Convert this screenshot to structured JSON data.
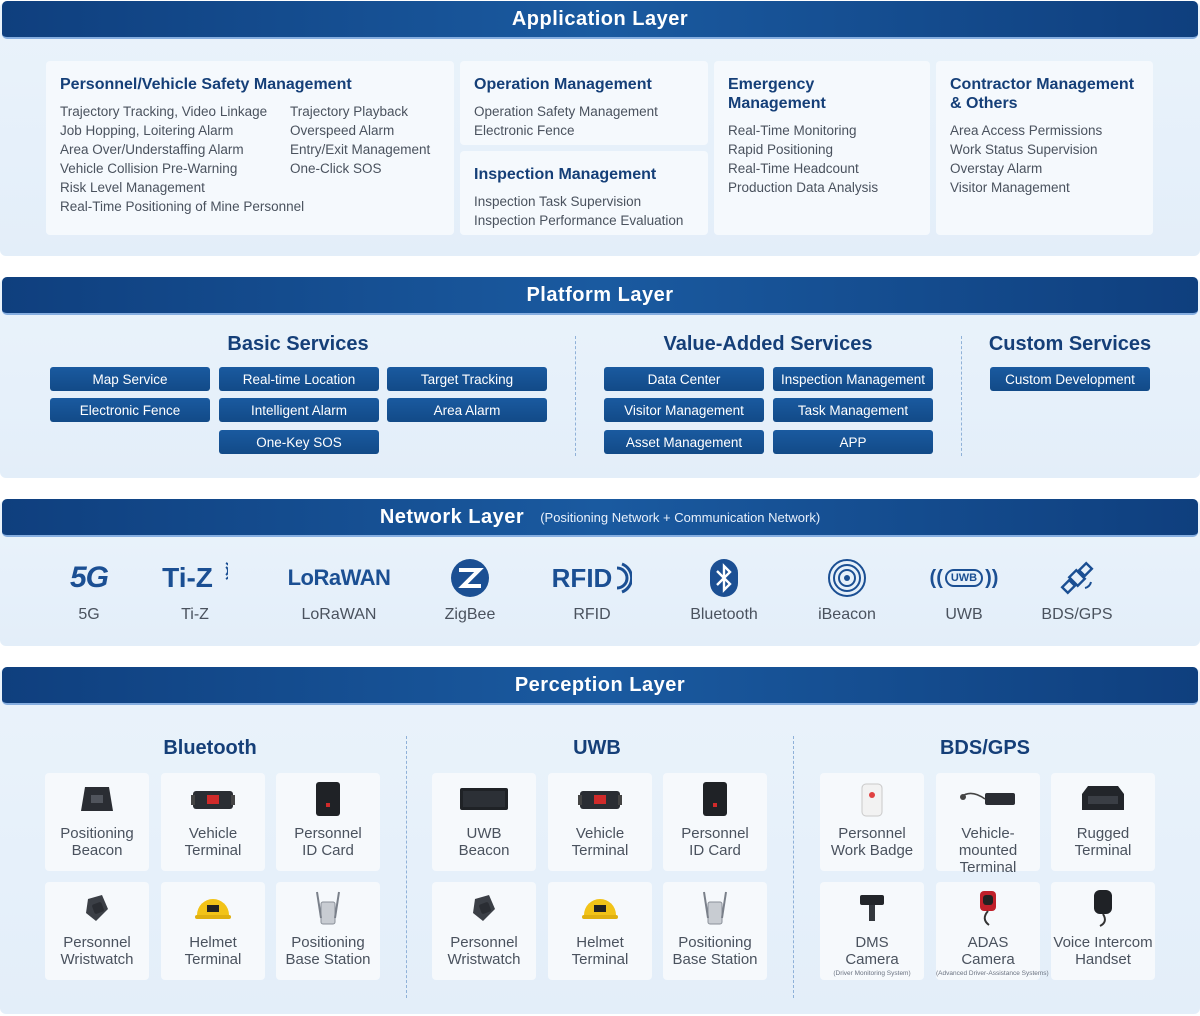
{
  "application": {
    "title": "Application Layer",
    "safety": {
      "title": "Personnel/Vehicle Safety Management",
      "col1": [
        "Trajectory Tracking, Video Linkage",
        "Job Hopping, Loitering Alarm",
        "Area Over/Understaffing Alarm",
        "Vehicle Collision Pre-Warning"
      ],
      "col2": [
        "Trajectory Playback",
        "Overspeed Alarm",
        "Entry/Exit Management",
        "One-Click SOS"
      ],
      "full": [
        "Risk Level Management",
        "Real-Time Positioning of Mine Personnel"
      ]
    },
    "operation": {
      "title": "Operation Management",
      "items": [
        "Operation Safety Management",
        "Electronic Fence"
      ]
    },
    "inspection": {
      "title": "Inspection Management",
      "items": [
        "Inspection Task Supervision",
        "Inspection Performance Evaluation"
      ]
    },
    "emergency": {
      "title": "Emergency Management",
      "items": [
        "Real-Time Monitoring",
        "Rapid Positioning",
        "Real-Time Headcount",
        "Production Data Analysis"
      ]
    },
    "contractor": {
      "title_line1": "Contractor Management",
      "title_line2": "& Others",
      "items": [
        "Area Access Permissions",
        "Work Status Supervision",
        "Overstay Alarm",
        "Visitor Management"
      ]
    }
  },
  "platform": {
    "title": "Platform Layer",
    "basic": {
      "title": "Basic Services",
      "items": [
        "Map Service",
        "Real-time Location",
        "Target Tracking",
        "Electronic Fence",
        "Intelligent Alarm",
        "Area Alarm",
        "One-Key SOS"
      ]
    },
    "value_added": {
      "title": "Value-Added Services",
      "items": [
        "Data Center",
        "Inspection Management",
        "Visitor Management",
        "Task Management",
        "Asset Management",
        "APP"
      ]
    },
    "custom": {
      "title": "Custom Services",
      "items": [
        "Custom Development"
      ]
    }
  },
  "network": {
    "title": "Network Layer",
    "subtitle": "(Positioning Network + Communication Network)",
    "items": [
      {
        "logo": "5G",
        "label": "5G",
        "icon": "5g-logo"
      },
      {
        "logo": "Ti-Z",
        "label": "Ti-Z",
        "icon": "ti-z-logo"
      },
      {
        "logo": "LoRaWAN",
        "label": "LoRaWAN",
        "icon": "lorawan-logo"
      },
      {
        "label": "ZigBee",
        "icon": "zigbee-logo"
      },
      {
        "logo": "RFID",
        "label": "RFID",
        "icon": "rfid-logo"
      },
      {
        "label": "Bluetooth",
        "icon": "bluetooth-logo"
      },
      {
        "label": "iBeacon",
        "icon": "ibeacon-logo"
      },
      {
        "logo": "UWB",
        "label": "UWB",
        "icon": "uwb-logo"
      },
      {
        "label": "BDS/GPS",
        "icon": "satellite-logo"
      }
    ]
  },
  "perception": {
    "title": "Perception Layer",
    "groups": [
      {
        "title": "Bluetooth",
        "devices": [
          {
            "l1": "Positioning",
            "l2": "Beacon",
            "icon": "beacon"
          },
          {
            "l1": "Vehicle",
            "l2": "Terminal",
            "icon": "vehicle-terminal"
          },
          {
            "l1": "Personnel",
            "l2": "ID Card",
            "icon": "id-card"
          },
          {
            "l1": "Personnel",
            "l2": "Wristwatch",
            "icon": "wristwatch"
          },
          {
            "l1": "Helmet",
            "l2": "Terminal",
            "icon": "helmet"
          },
          {
            "l1": "Positioning",
            "l2": "Base Station",
            "icon": "base-station"
          }
        ]
      },
      {
        "title": "UWB",
        "devices": [
          {
            "l1": "UWB",
            "l2": "Beacon",
            "icon": "uwb-beacon"
          },
          {
            "l1": "Vehicle",
            "l2": "Terminal",
            "icon": "vehicle-terminal"
          },
          {
            "l1": "Personnel",
            "l2": "ID Card",
            "icon": "id-card"
          },
          {
            "l1": "Personnel",
            "l2": "Wristwatch",
            "icon": "wristwatch"
          },
          {
            "l1": "Helmet",
            "l2": "Terminal",
            "icon": "helmet"
          },
          {
            "l1": "Positioning",
            "l2": "Base Station",
            "icon": "base-station"
          }
        ]
      },
      {
        "title": "BDS/GPS",
        "devices": [
          {
            "l1": "Personnel",
            "l2": "Work Badge",
            "icon": "work-badge"
          },
          {
            "l1": "Vehicle-mounted",
            "l2": "Terminal",
            "icon": "vehicle-mounted-terminal"
          },
          {
            "l1": "Rugged",
            "l2": "Terminal",
            "icon": "rugged-terminal"
          },
          {
            "l1": "DMS",
            "l2": "Camera",
            "note": "(Driver Monitoring System)",
            "icon": "dms-camera"
          },
          {
            "l1": "ADAS",
            "l2": "Camera",
            "note": "(Advanced Driver-Assistance Systems)",
            "icon": "adas-camera"
          },
          {
            "l1": "Voice Intercom",
            "l2": "Handset",
            "icon": "intercom-handset"
          }
        ]
      }
    ]
  },
  "colors": {
    "bar": "#0f3f7e",
    "pill": "#1a5aa0",
    "heading": "#153f78",
    "panel": "#e6f0fa"
  }
}
